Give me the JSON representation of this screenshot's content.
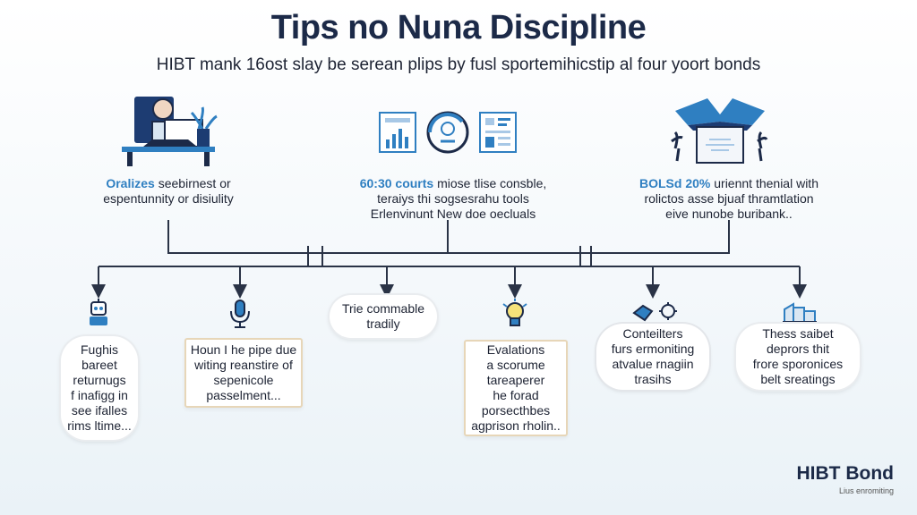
{
  "header": {
    "title": "Tips no Nuna Discipline",
    "subtitle": "HIBT mank 16ost slay be serean plips by fusl sportemihicstip al four yoort bonds"
  },
  "top_nodes": [
    {
      "icon": "person-at-desk-icon",
      "highlight": "Oralizes",
      "lines": [
        "seebirnest or",
        "espentunnity or disiulity"
      ]
    },
    {
      "icon": "analytics-cycle-icon",
      "highlight": "60:30 courts",
      "lines": [
        "miose tlise consble,",
        "teraiys thi sogsesrahu tools",
        "Erlenvinunt New doe oecluals"
      ]
    },
    {
      "icon": "open-book-icon",
      "highlight": "BOLSd 20%",
      "lines": [
        "uriennt thenial with",
        "rolictos asse bjuaf thramtlation",
        "eive nunobe buribank.."
      ]
    }
  ],
  "bottom_nodes": [
    {
      "icon": "robot-icon",
      "lines": [
        "Fughis",
        "bareet",
        "returnugs",
        "f inafigg in",
        "see ifalles",
        "rims ltime..."
      ]
    },
    {
      "icon": "microphone-icon",
      "lines": [
        "Houn I he pipe due",
        "witing reanstire of",
        "sepenicole",
        "passelment..."
      ]
    },
    {
      "icon": "",
      "lines": [
        "Trie commable",
        "tradily"
      ]
    },
    {
      "icon": "lightbulb-icon",
      "lines": [
        "Evalations",
        "a scorume",
        "tareaperer",
        "he forad",
        "porsecthbes",
        "agprison rholin.."
      ]
    },
    {
      "icon": "handshake-icon",
      "lines": [
        "Conteilters",
        "furs ermoniting",
        "atvalue rnagiin",
        "trasihs"
      ]
    },
    {
      "icon": "building-icon",
      "lines": [
        "Thess saibet",
        "deprors thit",
        "frore sporonices",
        "belt sreatings"
      ]
    }
  ],
  "brand": {
    "name": "HIBT Bond",
    "tagline": "Lius enromiting"
  },
  "colors": {
    "primary": "#1c2a48",
    "accent": "#2f7fc1",
    "line": "#2a3346"
  }
}
